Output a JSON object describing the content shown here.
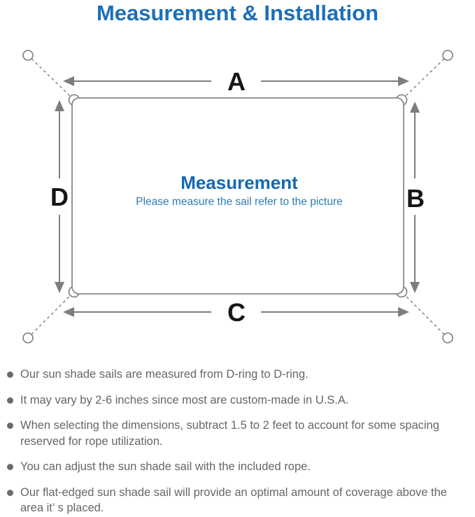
{
  "page_title": "Measurement & Installation",
  "diagram": {
    "dimension_labels": {
      "top": "A",
      "right": "B",
      "bottom": "C",
      "left": "D"
    },
    "center_heading": "Measurement",
    "center_subtitle": "Please measure the sail refer to the picture"
  },
  "notes": [
    "Our sun shade sails are measured from D-ring to D-ring.",
    "It may vary by 2-6 inches since most are custom-made in U.S.A.",
    "When selecting the dimensions, subtract 1.5 to 2 feet to account for some spacing reserved for rope utilization.",
    "You can adjust the sun shade sail with the included rope.",
    "Our flat-edged sun shade sail will provide an optimal amount of coverage above the area it’ s placed."
  ],
  "colors": {
    "title_blue": "#1b6fb8",
    "heading_blue": "#1569b1",
    "subtitle_blue": "#2c7cb4",
    "line_gray": "#7d7d7d",
    "border_gray": "#8a8a8a",
    "label_black": "#151515",
    "note_gray": "#666666"
  }
}
